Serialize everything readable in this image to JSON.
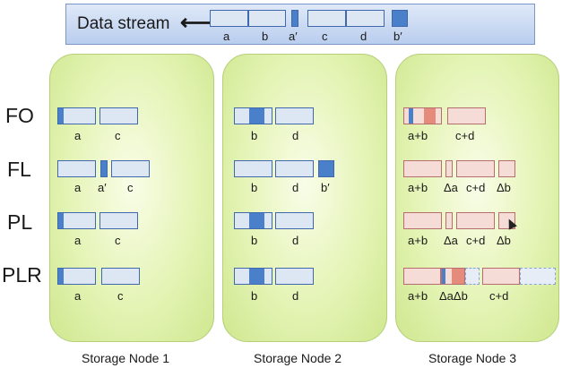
{
  "stream": {
    "title": "Data stream",
    "labels": [
      "a",
      "b",
      "a′",
      "c",
      "d",
      "b′"
    ]
  },
  "rows": [
    "FO",
    "FL",
    "PL",
    "PLR"
  ],
  "nodes": [
    "Storage Node 1",
    "Storage Node 2",
    "Storage Node 3"
  ],
  "n1": {
    "fo": [
      "a",
      "c"
    ],
    "fl": [
      "a",
      "a′",
      "c"
    ],
    "pl": [
      "a",
      "c"
    ],
    "plr": [
      "a",
      "c"
    ]
  },
  "n2": {
    "fo": [
      "b",
      "d"
    ],
    "fl": [
      "b",
      "d",
      "b′"
    ],
    "pl": [
      "b",
      "d"
    ],
    "plr": [
      "b",
      "d"
    ]
  },
  "n3": {
    "fo": [
      "a+b",
      "c+d"
    ],
    "fl": [
      "a+b",
      "Δa",
      "c+d",
      "Δb"
    ],
    "pl": [
      "a+b",
      "Δa",
      "c+d",
      "Δb"
    ],
    "plr": [
      "a+b",
      "ΔaΔb",
      "c+d"
    ]
  },
  "colors": {
    "blue": "#4a7fc9",
    "pink": "#e58b7c",
    "green": "#d9efa5"
  }
}
